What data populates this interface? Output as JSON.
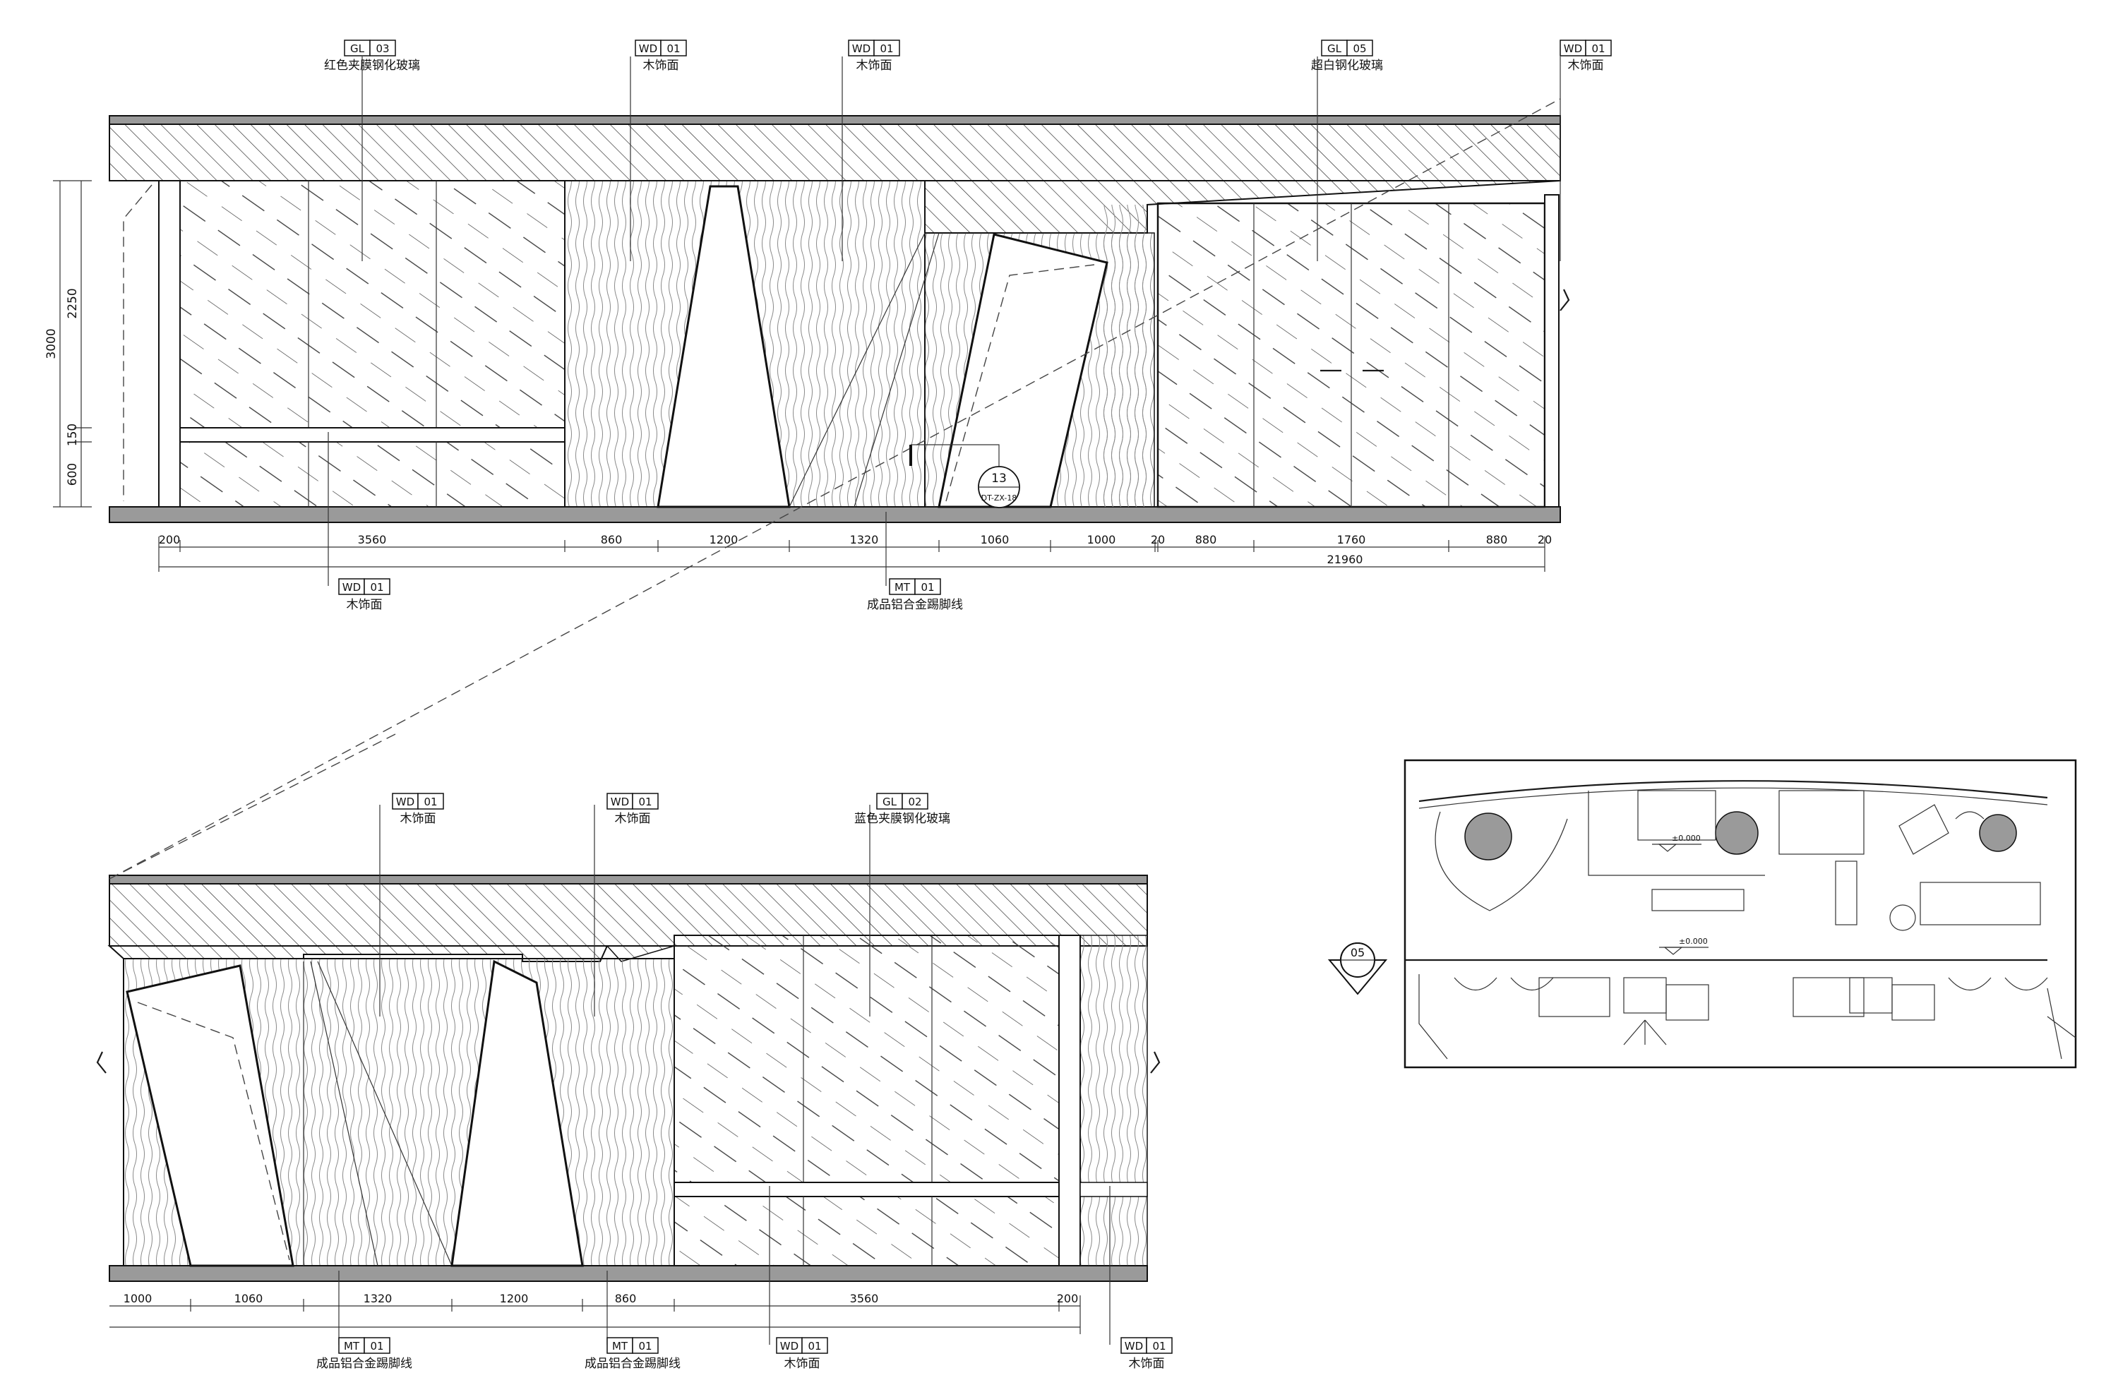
{
  "dim_unit": "",
  "upper_elevation": {
    "tags": [
      {
        "code": "GL",
        "num": "03",
        "text": "红色夹膜钢化玻璃"
      },
      {
        "code": "WD",
        "num": "01",
        "text": "木饰面"
      },
      {
        "code": "WD",
        "num": "01",
        "text": "木饰面"
      },
      {
        "code": "GL",
        "num": "05",
        "text": "超白钢化玻璃"
      },
      {
        "code": "WD",
        "num": "01",
        "text": "木饰面"
      }
    ],
    "bottom_tags": [
      {
        "code": "WD",
        "num": "01",
        "text": "木饰面"
      },
      {
        "code": "MT",
        "num": "01",
        "text": "成品铝合金踢脚线"
      }
    ],
    "vertical_dims": [
      "3000",
      "2250",
      "150",
      "600"
    ],
    "horizontal_dims": [
      "200",
      "3560",
      "860",
      "1200",
      "1320",
      "1060",
      "1000",
      "20",
      "880",
      "1760",
      "880",
      "20"
    ],
    "total_dim": "21960",
    "detail_callout": {
      "number": "13",
      "sheet": "DT-ZX-18"
    }
  },
  "lower_elevation": {
    "tags": [
      {
        "code": "WD",
        "num": "01",
        "text": "木饰面"
      },
      {
        "code": "WD",
        "num": "01",
        "text": "木饰面"
      },
      {
        "code": "GL",
        "num": "02",
        "text": "蓝色夹膜钢化玻璃"
      }
    ],
    "bottom_tags": [
      {
        "code": "MT",
        "num": "01",
        "text": "成品铝合金踢脚线"
      },
      {
        "code": "MT",
        "num": "01",
        "text": "成品铝合金踢脚线"
      },
      {
        "code": "WD",
        "num": "01",
        "text": "木饰面"
      },
      {
        "code": "WD",
        "num": "01",
        "text": "木饰面"
      }
    ],
    "horizontal_dims": [
      "1000",
      "1060",
      "1320",
      "1200",
      "860",
      "3560",
      "200"
    ]
  },
  "key_plan": {
    "view_marker": "05",
    "level_upper": "±0.000",
    "level_lower": "±0.000"
  }
}
